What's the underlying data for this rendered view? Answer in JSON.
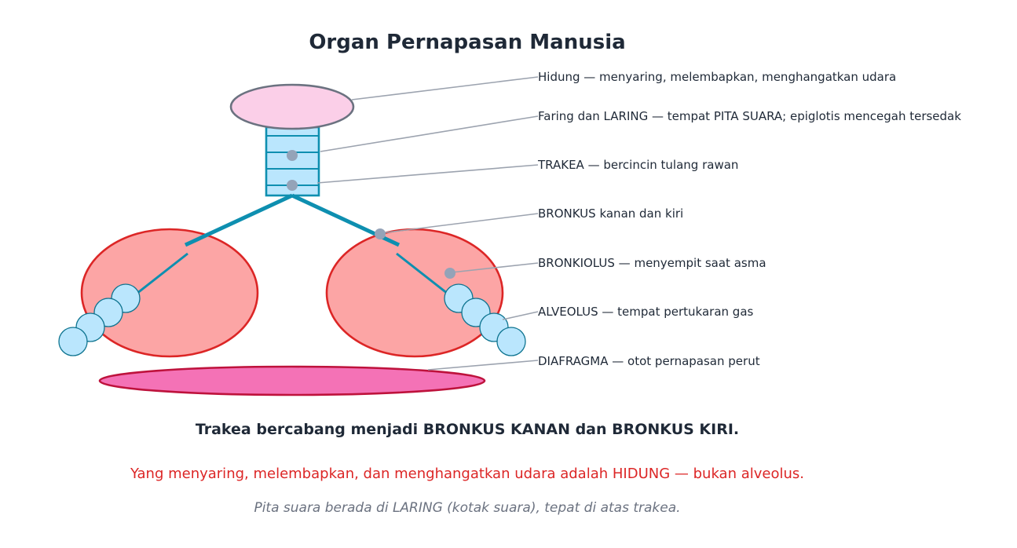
{
  "title": "Organ Pernapasan Manusia",
  "labels": {
    "hidung": "Hidung — menyaring, melembapkan, menghangatkan udara",
    "faring": "Faring dan LARING — tempat PITA SUARA; epiglotis mencegah tersedak",
    "trakea": "TRAKEA — bercincin tulang rawan",
    "bronkus": "BRONKUS kanan dan kiri",
    "bronkiolus": "BRONKIOLUS — menyempit saat asma",
    "alveolus": "ALVEOLUS — tempat pertukaran gas",
    "diafragma": "DIAFRAGMA — otot pernapasan perut"
  },
  "notes": {
    "note1": "Trakea bercabang menjadi BRONKUS KANAN dan BRONKUS KIRI.",
    "note2": "Yang menyaring, melembapkan, dan menghangatkan udara adalah HIDUNG — bukan alveolus.",
    "note3": "Pita suara berada di LARING (kotak suara), tepat di atas trakea."
  },
  "colors": {
    "nose_fill": "#fbcfe8",
    "nose_stroke": "#6b7280",
    "trachea_fill": "#bae6fd",
    "trachea_stroke": "#0e8fb0",
    "lung_fill": "#fca5a5",
    "lung_stroke": "#dc2626",
    "diaphragm_fill": "#f472b6",
    "diaphragm_stroke": "#be123c",
    "warning_text": "#dc2626"
  }
}
